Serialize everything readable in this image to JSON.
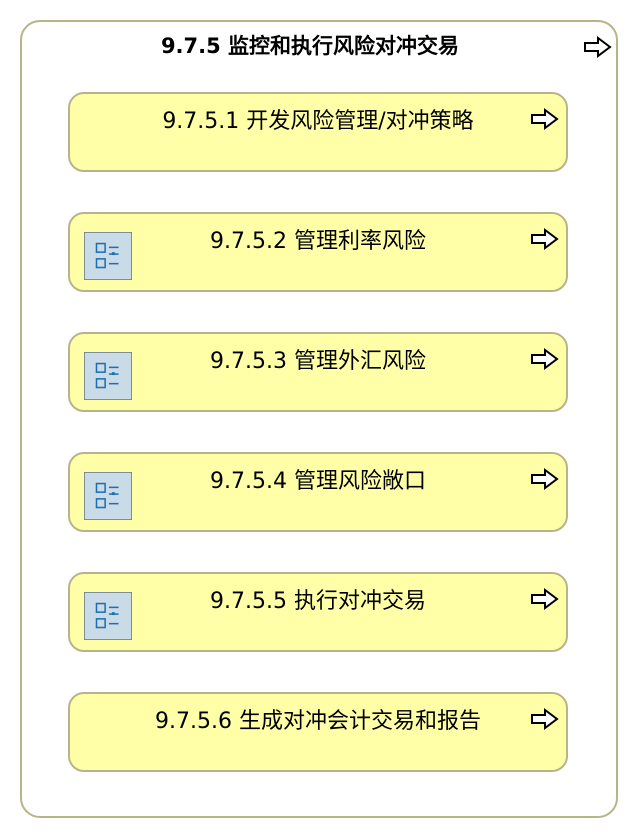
{
  "container": {
    "title": "9.7.5 监控和执行风险对冲交易",
    "arrow_icon": "arrow-right-outline-icon"
  },
  "processes": [
    {
      "label": "9.7.5.1 开发风险管理/对冲策略",
      "has_icon": false,
      "icon": ""
    },
    {
      "label": "9.7.5.2 管理利率风险",
      "has_icon": true,
      "icon": "process-list-icon"
    },
    {
      "label": "9.7.5.3 管理外汇风险",
      "has_icon": true,
      "icon": "process-list-icon"
    },
    {
      "label": "9.7.5.4 管理风险敞口",
      "has_icon": true,
      "icon": "process-list-icon"
    },
    {
      "label": "9.7.5.5 执行对冲交易",
      "has_icon": true,
      "icon": "process-list-icon"
    },
    {
      "label": "9.7.5.6 生成对冲会计交易和报告",
      "has_icon": false,
      "icon": ""
    }
  ],
  "colors": {
    "box_fill": "#ffffa7",
    "box_border": "#b7b48a",
    "icon_fill": "#c9dbe6",
    "icon_border": "#7f8c99"
  }
}
